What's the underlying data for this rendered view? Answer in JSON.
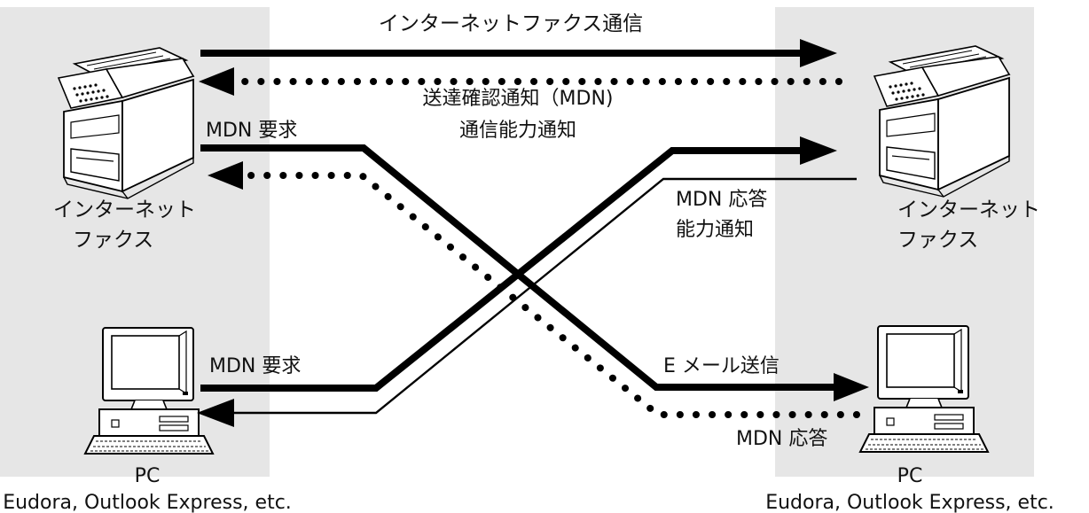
{
  "colors": {
    "panel": "#e6e6e6",
    "line": "#000000"
  },
  "labels": {
    "top_flow": "インターネットファクス通信",
    "mdn_notice_line1": "送達確認通知（MDN)",
    "mdn_notice_line2": "通信能力通知",
    "left_mdn_request": "MDN 要求",
    "right_mdn_response_line1": "MDN 応答",
    "right_mdn_response_line2": "能力通知",
    "left_fax_line1": "インターネット",
    "left_fax_line2": "ファクス",
    "right_fax_line1": "インターネット",
    "right_fax_line2": "ファクス",
    "pc_mdn_request": "MDN 要求",
    "email_send": "E メール送信",
    "bottom_mdn_response": "MDN 応答",
    "left_pc_name": "PC",
    "left_pc_clients": "Eudora, Outlook Express, etc.",
    "right_pc_name": "PC",
    "right_pc_clients": "Eudora, Outlook Express, etc."
  },
  "icons": {
    "left_fax": "multifunction-fax-icon",
    "right_fax": "multifunction-fax-icon",
    "left_pc": "desktop-computer-icon",
    "right_pc": "desktop-computer-icon"
  }
}
